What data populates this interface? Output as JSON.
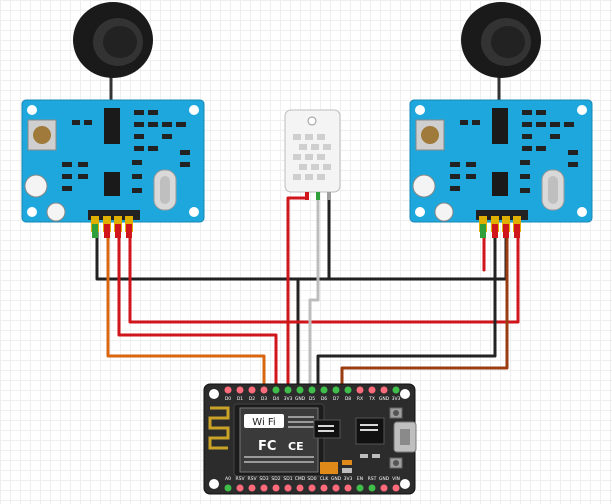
{
  "diagram": {
    "components": {
      "sensor_board_left": {
        "kind": "ultrasonic-sensor-module",
        "color": "#1ea7dc"
      },
      "sensor_board_right": {
        "kind": "ultrasonic-sensor-module",
        "color": "#1ea7dc"
      },
      "humidity_sensor": {
        "kind": "dht22-sensor",
        "color": "#f0f0f0"
      },
      "controller": {
        "kind": "esp8266-nodemcu",
        "wifi_logo": "Wi Fi",
        "fc_mark": "FC",
        "ce_mark": "CE",
        "top_pins": [
          "D0",
          "D1",
          "D2",
          "D3",
          "D4",
          "3V3",
          "GND",
          "D5",
          "D6",
          "D7",
          "D8",
          "RX",
          "TX",
          "GND",
          "3V3"
        ],
        "bottom_pins": [
          "A0",
          "RSV",
          "RSV",
          "SD3",
          "SD2",
          "SD1",
          "CMD",
          "SD0",
          "CLK",
          "GND",
          "3V3",
          "EN",
          "RST",
          "GND",
          "VIN"
        ]
      }
    },
    "wire_colors": {
      "red": "#d0161b",
      "black": "#222222",
      "orange": "#d9650f",
      "brown": "#9a3b10",
      "green": "#2e9f3a",
      "yellow": "#f1c40f",
      "white": "#e8e8e8"
    }
  }
}
